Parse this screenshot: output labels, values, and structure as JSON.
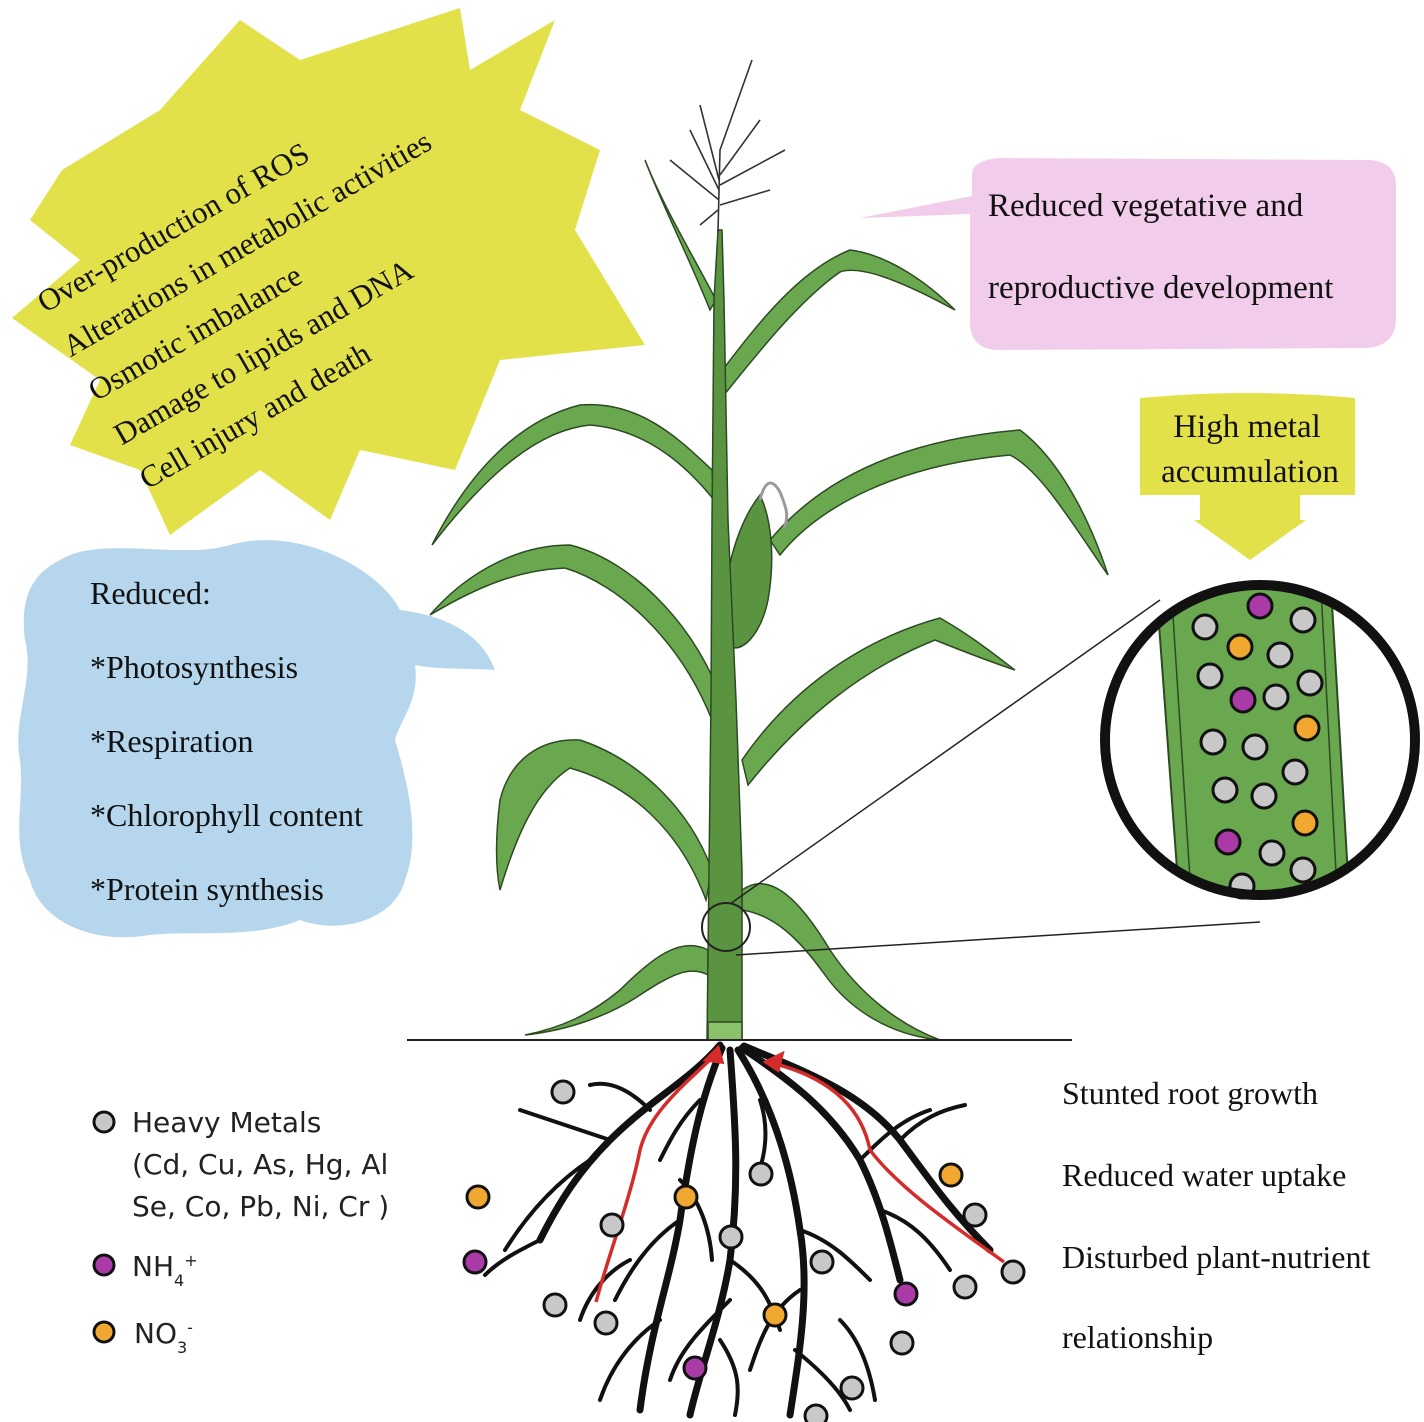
{
  "stress_effects": {
    "items": [
      "Over-production of ROS",
      "Alterations in metabolic activities",
      "Osmotic imbalance",
      "Damage to lipids and DNA",
      "Cell injury and death"
    ],
    "color": "#e3e14a"
  },
  "vegetative_callout": {
    "line1": "Reduced vegetative and",
    "line2": "reproductive development",
    "color": "#f2cdeb"
  },
  "reduced_callout": {
    "heading": "Reduced:",
    "items": [
      "*Photosynthesis",
      "*Respiration",
      "*Chlorophyll content",
      "*Protein synthesis"
    ],
    "color": "#b5d6ec"
  },
  "accumulation_callout": {
    "line1": "High metal",
    "line2": "accumulation",
    "color": "#e3e14a"
  },
  "root_effects": {
    "items": [
      "Stunted root growth",
      "Reduced water uptake",
      "Disturbed plant-nutrient",
      "relationship"
    ]
  },
  "legend": {
    "heavy_metals_label": "Heavy Metals",
    "heavy_metals_list_1": "(Cd, Cu, As, Hg, Al",
    "heavy_metals_list_2": "Se, Co, Pb, Ni, Cr )",
    "nh4_base": "NH",
    "nh4_sub": "4",
    "nh4_sup": "+",
    "no3_base": "NO",
    "no3_sub": "3",
    "no3_sup": "-",
    "colors": {
      "heavy_metal": "#c8c8c8",
      "nh4": "#a93aa6",
      "no3": "#f0a830"
    }
  },
  "colors": {
    "plant_green": "#6aa84f",
    "uptake_arrow": "#d42b2b",
    "magnifier_bg": "#6aa84f"
  }
}
